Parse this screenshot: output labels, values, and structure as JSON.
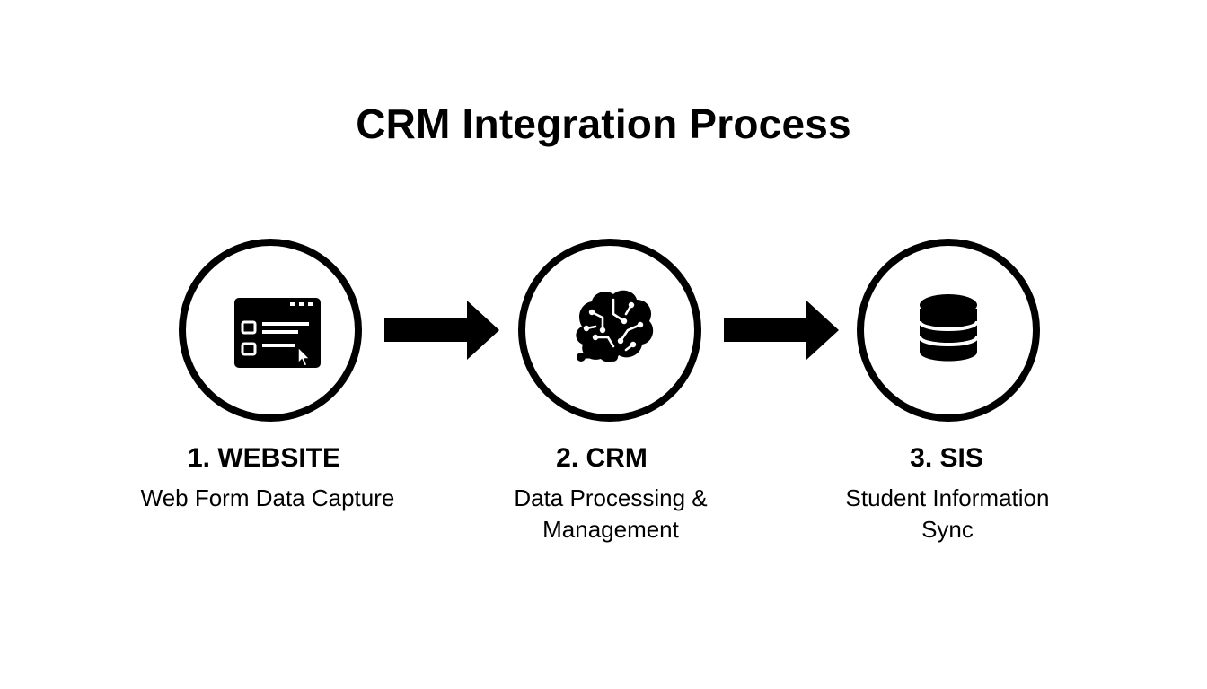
{
  "title": "CRM Integration Process",
  "colors": {
    "ink": "#000000",
    "background": "#ffffff"
  },
  "steps": [
    {
      "label": "1. WEBSITE",
      "icon": "web-form-browser-icon",
      "description_lines": [
        "Web Form Data Capture"
      ]
    },
    {
      "label": "2. CRM",
      "icon": "brain-circuit-icon",
      "description_lines": [
        "Data Processing &",
        "Management"
      ]
    },
    {
      "label": "3. SIS",
      "icon": "database-icon",
      "description_lines": [
        "Student Information",
        "Sync"
      ]
    }
  ],
  "connectors": [
    "arrow-right-icon",
    "arrow-right-icon"
  ]
}
